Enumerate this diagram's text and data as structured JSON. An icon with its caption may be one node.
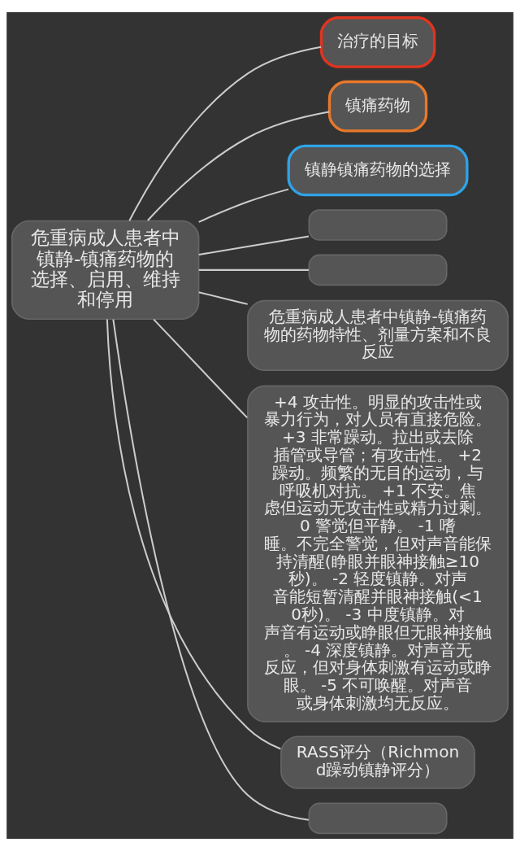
{
  "diagram": {
    "nodes": [
      {
        "text": [
          "危重病成人患者中镇静-镇痛药物的选择、启用、维持和停用"
        ]
      },
      {
        "text": [
          "治疗的目标"
        ]
      },
      {
        "text": [
          "镇痛药物"
        ]
      },
      {
        "text": [
          "镇静镇痛药物的选择"
        ]
      },
      {
        "text": [],
        "shape": "box"
      },
      {
        "text": [],
        "shape": "box"
      },
      {
        "text": [
          "危重病成人患者中镇静-镇痛药物的药物特性、剂量方案和不良反应"
        ]
      },
      {
        "text": [
          "+4 攻击性。明显的攻击性或暴力行为，对人员有直接危险。 +3 非常躁动。拉出或去除插管或导管；有攻击性。 +2 躁动。频繁的无目的运动，与呼吸机对抗。 +1 不安。焦虑但运动无攻击性或精力过剩。 0 警觉但平静。 -1 嗜睡。不完全警觉，但对声音能保持清醒(睁眼并眼神接触≥10秒)。 -2 轻度镇静。对声音能短暂清醒并眼神接触(<10秒)。 -3 中度镇静。对声音有运动或睁眼但无眼神接触。 -4 深度镇静。对声音无反应，但对身体刺激有运动或睁眼。 -5 不可唤醒。对声音或身体刺激均无反应。"
        ]
      },
      {
        "text": [
          "RASS评分（Richmond躁动镇静评分）"
        ]
      },
      {
        "text": [],
        "shape": "box"
      }
    ],
    "edges": [
      {
        "from": 0,
        "to": 1,
        "arrow": "none"
      },
      {
        "from": 0,
        "to": 2,
        "arrow": "none"
      },
      {
        "from": 0,
        "to": 3,
        "arrow": "none"
      },
      {
        "from": 0,
        "to": 4,
        "arrow": "none"
      },
      {
        "from": 0,
        "to": 5,
        "arrow": "none"
      },
      {
        "from": 0,
        "to": 6,
        "arrow": "none"
      },
      {
        "from": 0,
        "to": 7,
        "arrow": "none"
      },
      {
        "from": 0,
        "to": 8,
        "arrow": "none"
      },
      {
        "from": 0,
        "to": 9,
        "arrow": "none"
      }
    ]
  }
}
